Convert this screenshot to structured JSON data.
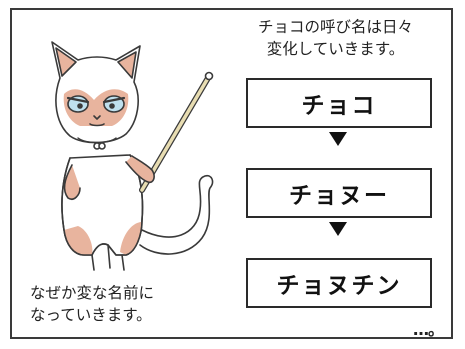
{
  "caption_top": "チョコの呼び名は日々\n変化していきます。",
  "stages": [
    "チョコ",
    "チョヌー",
    "チョヌチン"
  ],
  "caption_bottom": "なぜか変な名前に\nなっていきます。",
  "ellipsis": "…。",
  "colors": {
    "outline": "#3a3a3a",
    "cat_patch": "#e8b49e",
    "eye": "#bfe0ee",
    "stick": "#e8ddb2"
  }
}
